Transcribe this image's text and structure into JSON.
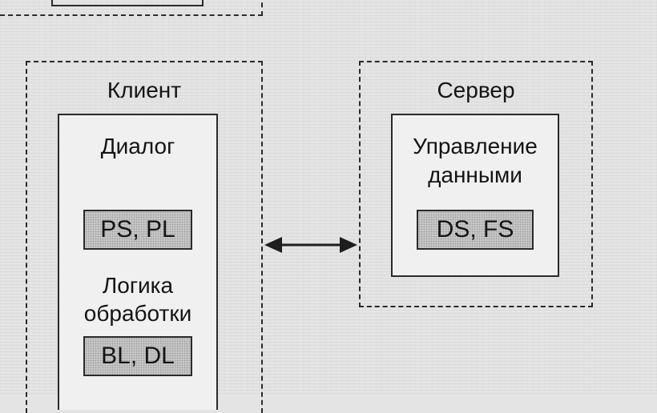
{
  "client": {
    "title": "Клиент",
    "dialog_label": "Диалог",
    "pres_box": "PS, PL",
    "logic_label_line1": "Логика",
    "logic_label_line2": "обработки",
    "logic_box": "BL, DL"
  },
  "server": {
    "title": "Сервер",
    "data_label_line1": "Управление",
    "data_label_line2": "данными",
    "data_box": "DS, FS"
  },
  "connector": {
    "type": "bidirectional-arrow"
  }
}
